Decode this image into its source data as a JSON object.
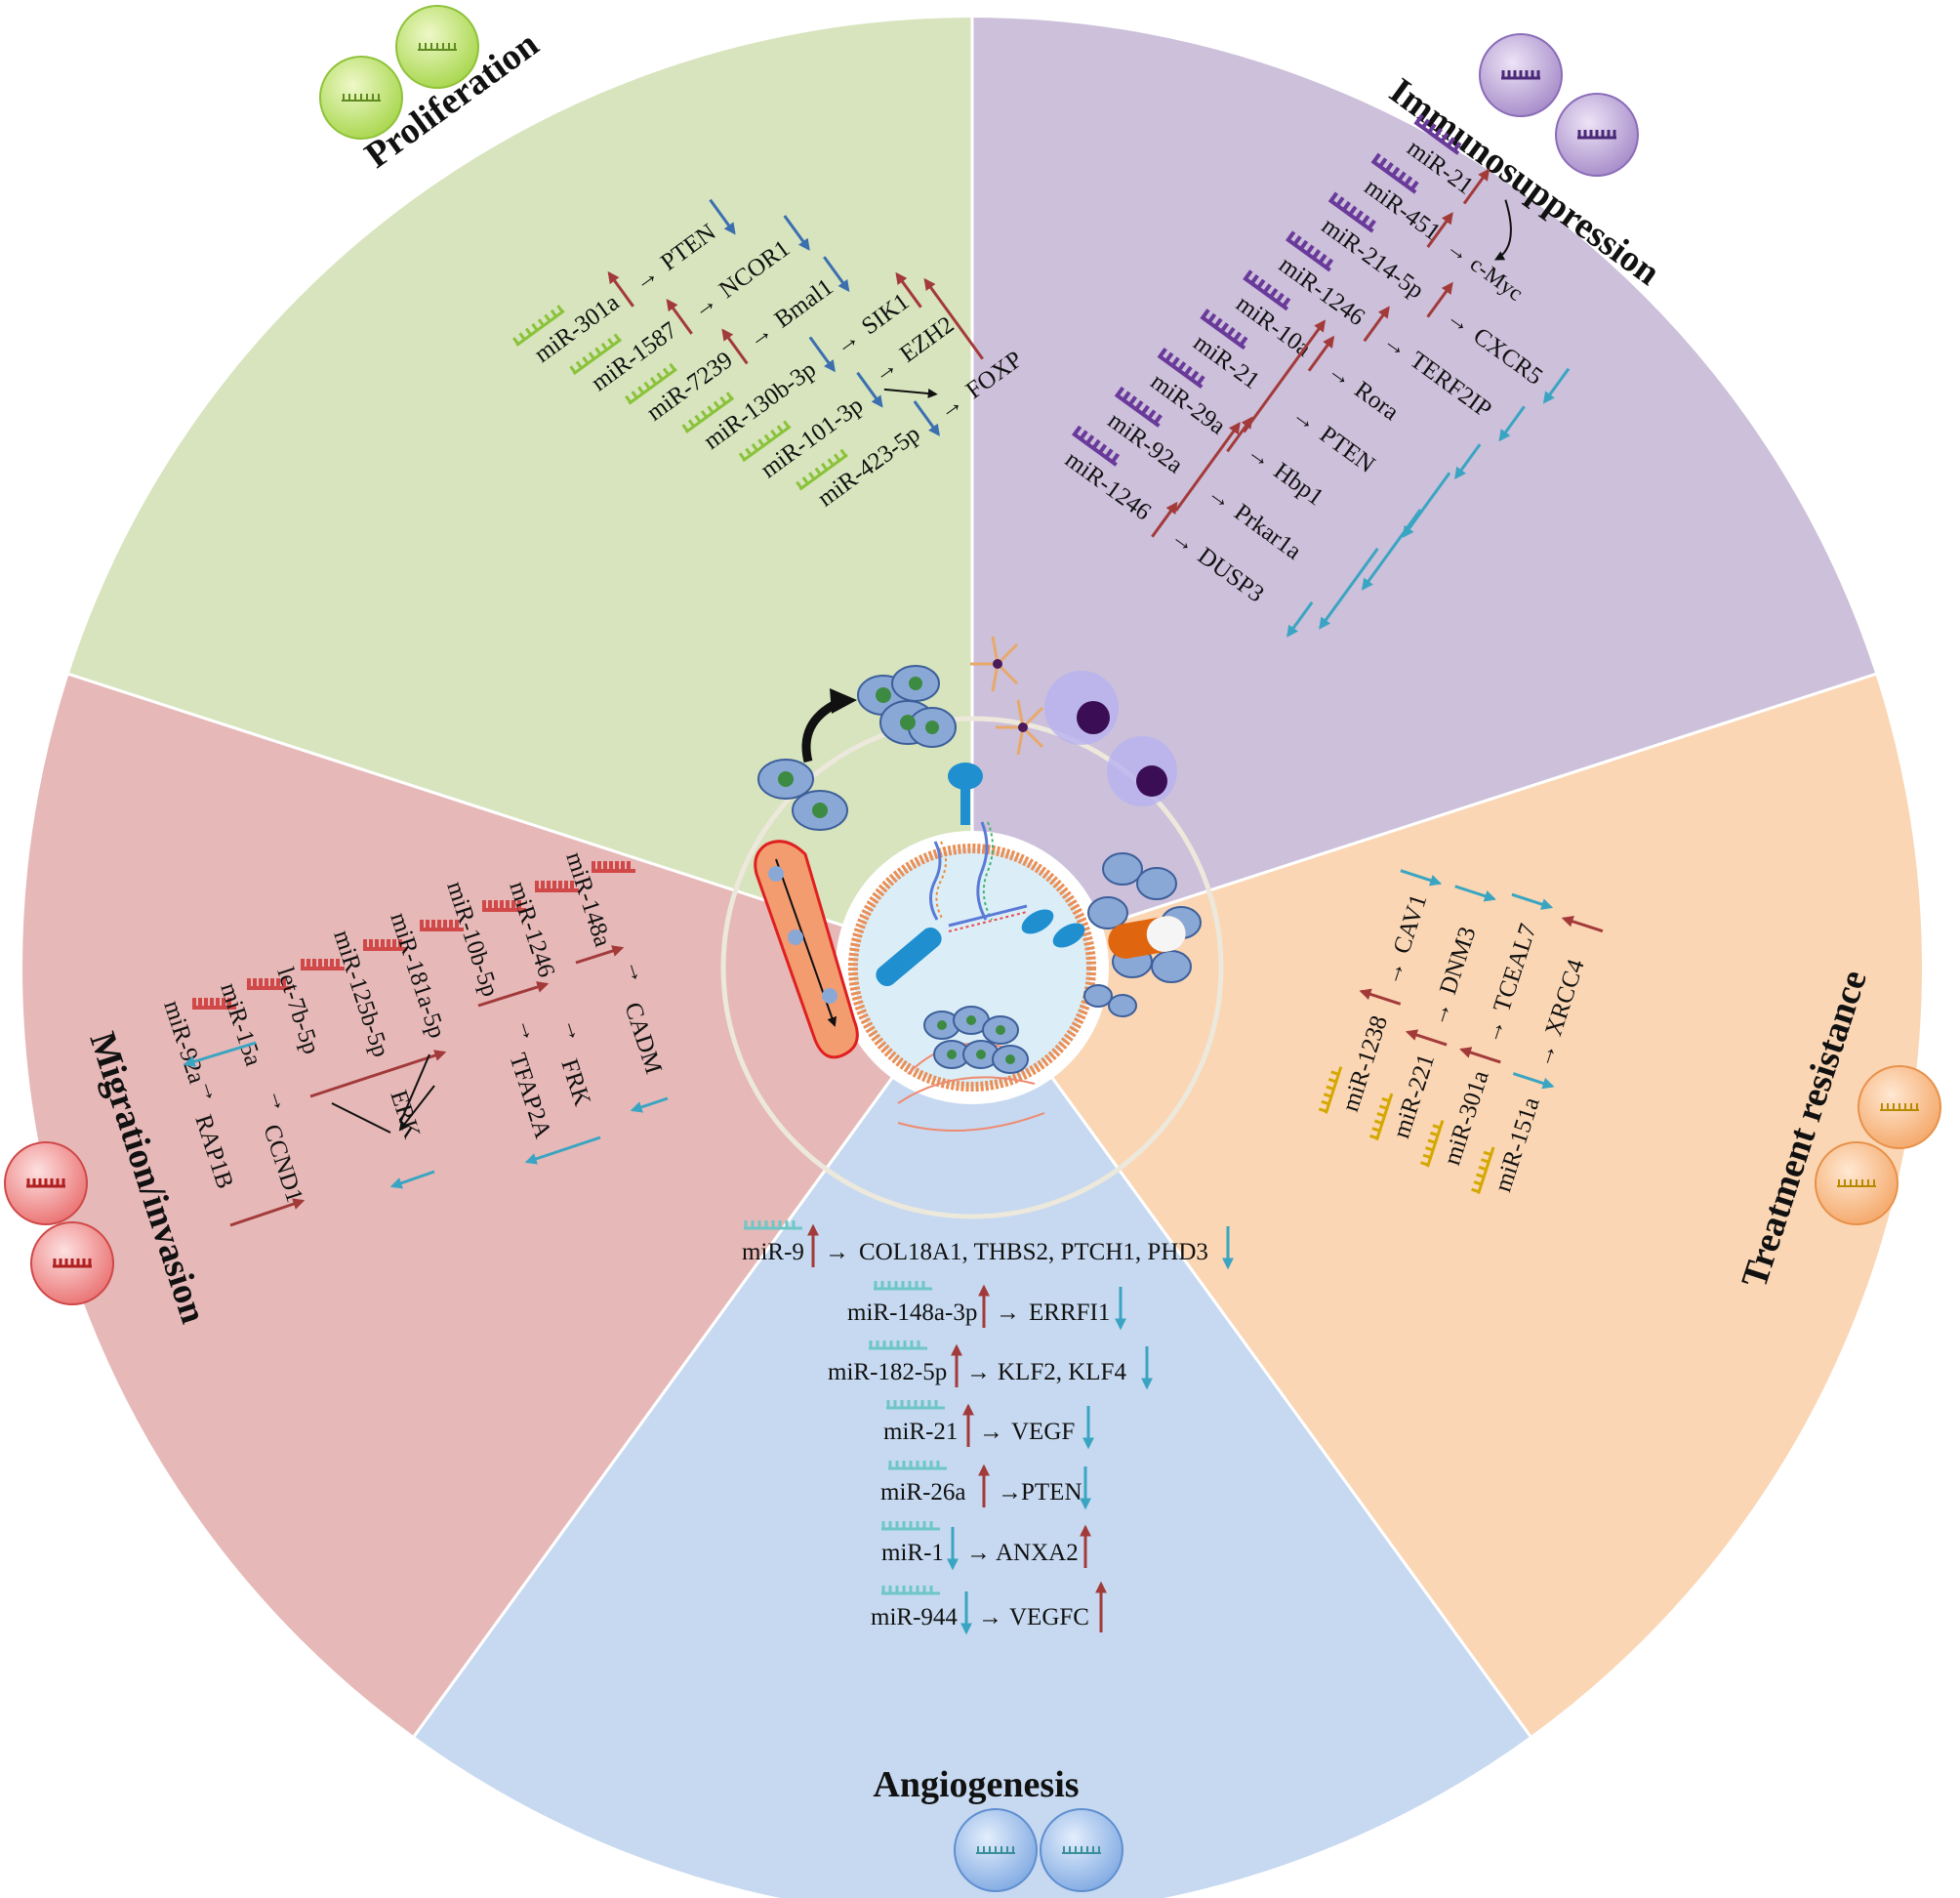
{
  "colors": {
    "proliferation": "#d7e4bd",
    "immunosuppression": "#ccc0da",
    "treatment_resistance": "#fad6b4",
    "angiogenesis": "#c6d9f0",
    "migration": "#e6b9b8",
    "up_arrow": "#a33a3a",
    "down_arrow": "#2f86b8",
    "teal_arrow": "#3aa5c2"
  },
  "titles": {
    "proliferation": "Proliferation",
    "immunosuppression": "Immunosuppression",
    "treatment_resistance": "Treatment resistance",
    "angiogenesis": "Angiogenesis",
    "migration": "Migration/invasion"
  },
  "proliferation": {
    "rows": [
      {
        "mirna": "miR-301a",
        "mirna_dir": "up",
        "target": "PTEN",
        "target_dir": "down"
      },
      {
        "mirna": "miR-1587",
        "mirna_dir": "up",
        "target": "NCOR1",
        "target_dir": "down"
      },
      {
        "mirna": "miR-7239",
        "mirna_dir": "up",
        "target": "Bmal1",
        "target_dir": "down"
      },
      {
        "mirna": "miR-130b-3p",
        "mirna_dir": "down",
        "target": "SIK1",
        "target_dir": "up"
      },
      {
        "mirna": "miR-101-3p",
        "mirna_dir": "down",
        "target": "EZH2",
        "target_dir": "up"
      },
      {
        "mirna": "miR-423-5p",
        "mirna_dir": "down",
        "target": "FOXP",
        "target_dir": ""
      }
    ]
  },
  "immunosuppression": {
    "rows": [
      {
        "mirna": "miR-21",
        "mirna_dir": "up",
        "target": "",
        "target_dir": ""
      },
      {
        "mirna": "miR-451",
        "mirna_dir": "up",
        "target": "c-Myc",
        "target_dir": ""
      },
      {
        "mirna": "miR-214-5p",
        "mirna_dir": "up",
        "target": "CXCR5",
        "target_dir": "down"
      },
      {
        "mirna": "miR-1246",
        "mirna_dir": "up",
        "target": "TERF2IP",
        "target_dir": "down"
      },
      {
        "mirna": "miR-10a",
        "mirna_dir": "up",
        "target": "Rora",
        "target_dir": "down"
      },
      {
        "mirna": "miR-21",
        "mirna_dir": "up",
        "target": "PTEN",
        "target_dir": "down"
      },
      {
        "mirna": "miR-29a",
        "mirna_dir": "up",
        "target": "Hbp1",
        "target_dir": "down"
      },
      {
        "mirna": "miR-92a",
        "mirna_dir": "up",
        "target": "Prkar1a",
        "target_dir": "down"
      },
      {
        "mirna": "miR-1246",
        "mirna_dir": "up",
        "target": "DUSP3",
        "target_dir": "down"
      }
    ]
  },
  "treatment_resistance": {
    "rows": [
      {
        "mirna": "miR-1238",
        "mirna_dir": "up",
        "target": "CAV1",
        "target_dir": "down"
      },
      {
        "mirna": "miR-221",
        "mirna_dir": "up",
        "target": "DNM3",
        "target_dir": "down"
      },
      {
        "mirna": "miR-301a",
        "mirna_dir": "up",
        "target": "TCEAL7",
        "target_dir": "down"
      },
      {
        "mirna": "miR-151a",
        "mirna_dir": "down",
        "target": "XRCC4",
        "target_dir": "up"
      }
    ]
  },
  "angiogenesis": {
    "rows": [
      {
        "mirna": "miR-9",
        "mirna_dir": "up",
        "target": "COL18A1,  THBS2,  PTCH1,  PHD3",
        "target_dir": "down"
      },
      {
        "mirna": "miR-148a-3p",
        "mirna_dir": "up",
        "target": "ERRFI1",
        "target_dir": "down"
      },
      {
        "mirna": "miR-182-5p",
        "mirna_dir": "up",
        "target": "KLF2,  KLF4",
        "target_dir": "down"
      },
      {
        "mirna": "miR-21",
        "mirna_dir": "up",
        "target": "VEGF",
        "target_dir": "down"
      },
      {
        "mirna": "miR-26a",
        "mirna_dir": "up",
        "target": "PTEN",
        "target_dir": "down"
      },
      {
        "mirna": "miR-1",
        "mirna_dir": "down",
        "target": "ANXA2",
        "target_dir": "up"
      },
      {
        "mirna": "miR-944",
        "mirna_dir": "down",
        "target": "VEGFC",
        "target_dir": "up"
      }
    ]
  },
  "migration": {
    "mirnas": [
      "miR-92a",
      "miR-15a",
      "let-7b-5p",
      "miR-125b-5p",
      "miR-181a-5p",
      "miR-10b-5p",
      "miR-1246",
      "miR-148a"
    ],
    "targets": [
      "RAP1B",
      "CCND1",
      "ERK",
      "TFAP2A",
      "FRK",
      "CADM"
    ]
  }
}
